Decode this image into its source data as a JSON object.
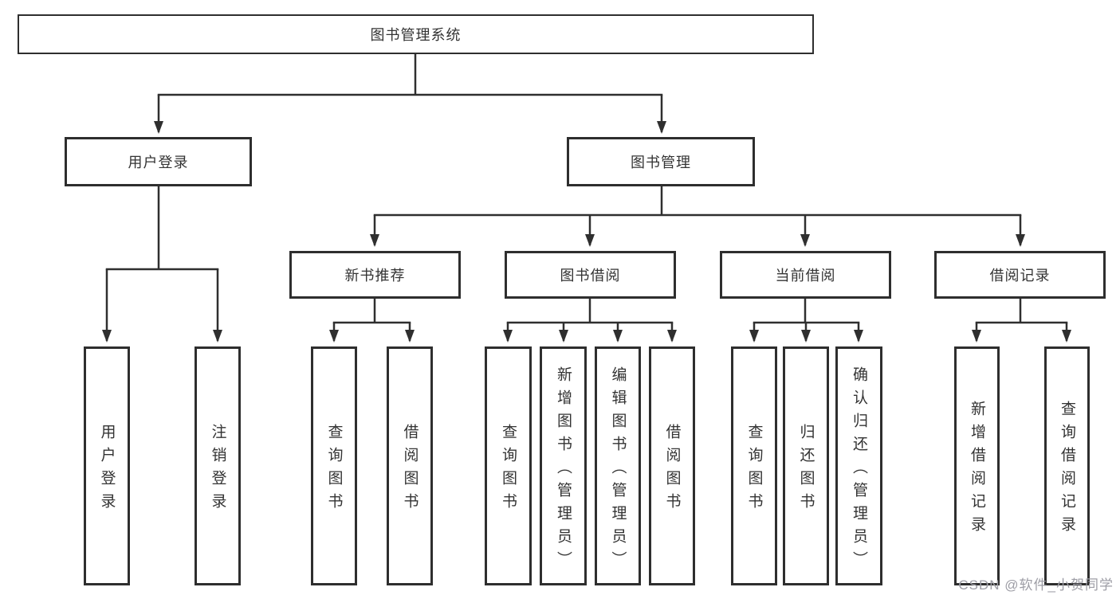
{
  "diagram": {
    "root": {
      "label": "图书管理系统"
    },
    "branches": [
      {
        "label": "用户登录",
        "children": [
          {
            "label": "用户登录"
          },
          {
            "label": "注销登录"
          }
        ]
      },
      {
        "label": "图书管理",
        "children": [
          {
            "label": "新书推荐",
            "children": [
              {
                "label": "查询图书"
              },
              {
                "label": "借阅图书"
              }
            ]
          },
          {
            "label": "图书借阅",
            "children": [
              {
                "label": "查询图书"
              },
              {
                "label": "新增图书（管理员）"
              },
              {
                "label": "编辑图书（管理员）"
              },
              {
                "label": "借阅图书"
              }
            ]
          },
          {
            "label": "当前借阅",
            "children": [
              {
                "label": "查询图书"
              },
              {
                "label": "归还图书"
              },
              {
                "label": "确认归还（管理员）"
              }
            ]
          },
          {
            "label": "借阅记录",
            "children": [
              {
                "label": "新增借阅记录"
              },
              {
                "label": "查询借阅记录"
              }
            ]
          }
        ]
      }
    ],
    "colors": {
      "line": "#2f2f2f",
      "border": "#2e2e2e",
      "text": "#333333",
      "watermark": "#9d9da5"
    },
    "watermark": "CSDN @软件_小贺同学"
  }
}
